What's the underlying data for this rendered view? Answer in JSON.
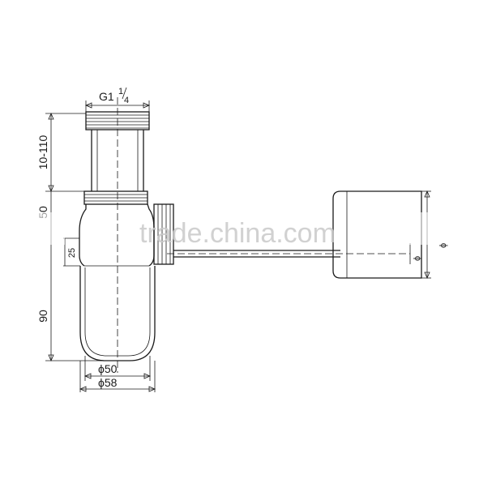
{
  "dimensions": {
    "thread": "G1",
    "thread_fraction_num": "1",
    "thread_fraction_den": "4",
    "height_adjust": "10-110",
    "height_small": "50",
    "offset": "25",
    "bottle_height": "90",
    "dia_inner": "ϕ50",
    "dia_outer": "ϕ58",
    "dia_wall_a": "ϕ",
    "dia_wall_b": "ϕ"
  },
  "watermark": {
    "text": "trade.china.com"
  }
}
